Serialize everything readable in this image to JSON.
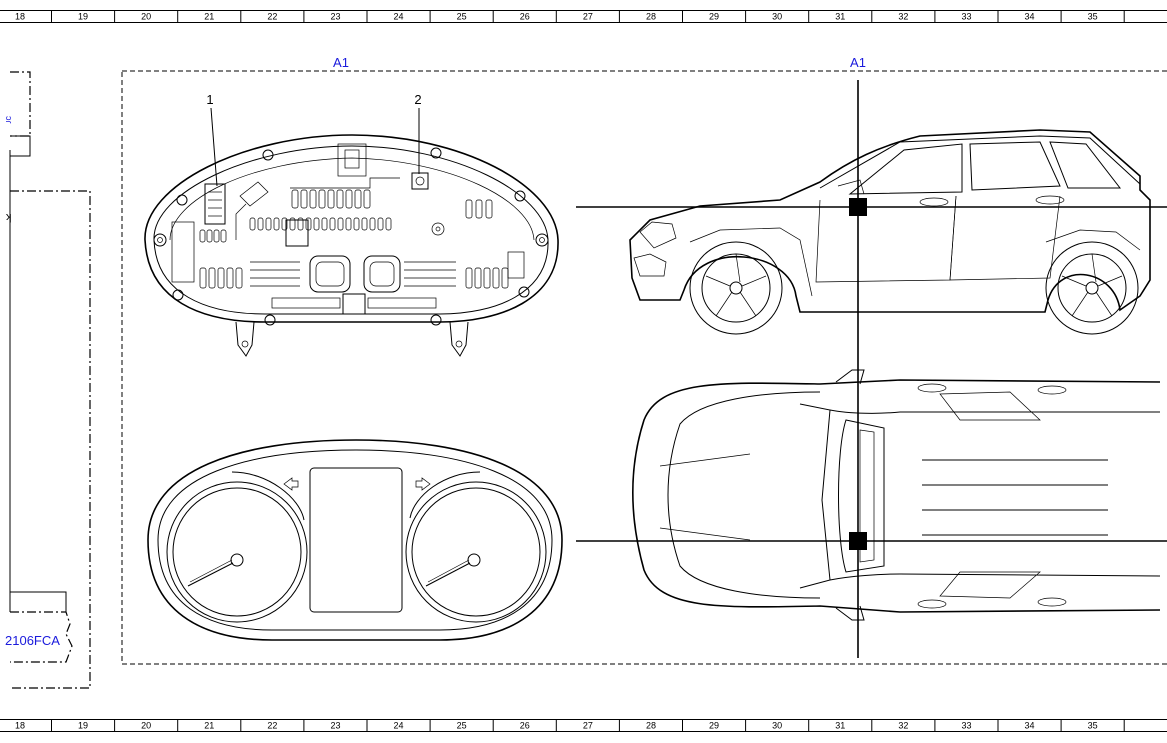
{
  "ruler": {
    "top": [
      "18",
      "19",
      "20",
      "21",
      "22",
      "23",
      "24",
      "25",
      "26",
      "27",
      "28",
      "29",
      "30",
      "31",
      "32",
      "33",
      "34",
      "35"
    ],
    "bottom": [
      "18",
      "19",
      "20",
      "21",
      "22",
      "23",
      "24",
      "25",
      "26",
      "27",
      "28",
      "29",
      "30",
      "31",
      "32",
      "33",
      "34",
      "35"
    ]
  },
  "labels": {
    "component_left": "A1",
    "component_right": "A1",
    "callout_1": "1",
    "callout_2": "2",
    "connector_code": "2106FCA",
    "partial_left_top": "ɔɾ",
    "partial_left_mid": "ʞ"
  },
  "colors": {
    "label_blue": "#1a1adc",
    "line": "#000000",
    "background": "#ffffff"
  }
}
